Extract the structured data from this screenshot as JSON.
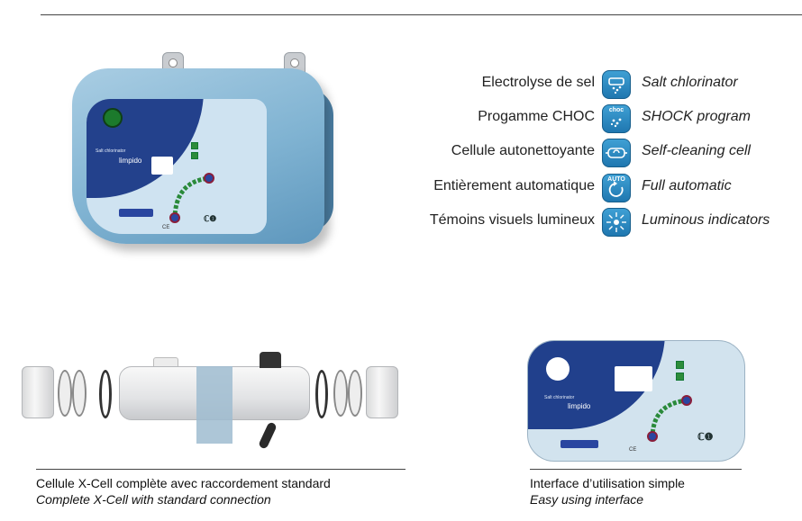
{
  "features": [
    {
      "fr": "Electrolyse de sel",
      "en": "Salt chlorinator",
      "icon": "salt-chlorinator-icon",
      "icon_text": ""
    },
    {
      "fr": "Progamme CHOC",
      "en": "SHOCK program",
      "icon": "shock-program-icon",
      "icon_text": "choc"
    },
    {
      "fr": "Cellule autonettoyante",
      "en": "Self-cleaning cell",
      "icon": "self-cleaning-cell-icon",
      "icon_text": ""
    },
    {
      "fr": "Entièrement automatique",
      "en": "Full automatic",
      "icon": "full-automatic-icon",
      "icon_text": "AUTO"
    },
    {
      "fr": "Témoins visuels lumineux",
      "en": "Luminous indicators",
      "icon": "luminous-indicators-icon",
      "icon_text": ""
    }
  ],
  "device": {
    "label_small": "Salt chlorinator",
    "label_brand": "limpido",
    "ce_mark": "CE"
  },
  "captions": {
    "cell": {
      "fr": "Cellule X-Cell complète avec raccordement standard",
      "en": "Complete X-Cell with standard connection"
    },
    "interface": {
      "fr": "Interface d’utilisation simple",
      "en": "Easy using interface"
    }
  },
  "colors": {
    "icon_blue": "#2a8ac6",
    "panel_dark_blue": "#23418c",
    "device_blue": "#80b3d2"
  }
}
